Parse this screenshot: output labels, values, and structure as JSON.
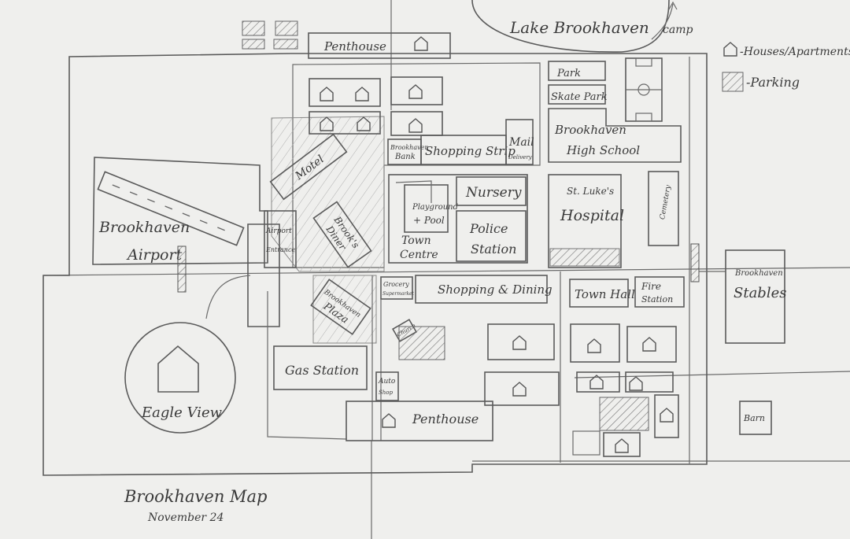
{
  "map": {
    "title": "Brookhaven Map",
    "date": "November 24",
    "colors": {
      "paper": "#efefed",
      "pencil": "#5a5a5a",
      "hatch": "#8a8a8a"
    }
  },
  "legend": {
    "houses_label": "-Houses/Apartments",
    "parking_label": "-Parking",
    "house_icon": "house-icon",
    "parking_icon": "hatch-icon"
  },
  "places": {
    "lake": "Lake Brookhaven",
    "camp": "camp",
    "penthouse_top": "Penthouse",
    "penthouse_bottom": "Penthouse",
    "park": "Park",
    "skatepark": "Skate Park",
    "high_school_1": "Brookhaven",
    "high_school_2": "High School",
    "bank_1": "Brookhaven",
    "bank_2": "Bank",
    "shopping_strip": "Shopping Strip",
    "mail_1": "Mail",
    "mail_2": "Delivery",
    "motel": "Motel",
    "diner_1": "Brook's",
    "diner_2": "Diner",
    "playground_1": "Playground",
    "playground_2": "+ Pool",
    "nursery": "Nursery",
    "town_centre_1": "Town",
    "town_centre_2": "Centre",
    "police_1": "Police",
    "police_2": "Station",
    "hospital_1": "St. Luke's",
    "hospital_2": "Hospital",
    "cemetery": "Cemetery",
    "airport_1": "Brookhaven",
    "airport_2": "Airport",
    "airport_entrance_1": "Airport",
    "airport_entrance_2": "Entrance",
    "grocery_1": "Grocery",
    "grocery_2": "Supermarket",
    "shopping_dining": "Shopping & Dining",
    "town_hall": "Town Hall",
    "fire_1": "Fire",
    "fire_2": "Station",
    "stables_1": "Brookhaven",
    "stables_2": "Stables",
    "plaza_1": "Brookhaven",
    "plaza_2": "Plaza",
    "church": "Church",
    "gas_station": "Gas Station",
    "auto_1": "Auto",
    "auto_2": "Shop",
    "eagle_view": "Eagle View",
    "barn": "Barn"
  }
}
